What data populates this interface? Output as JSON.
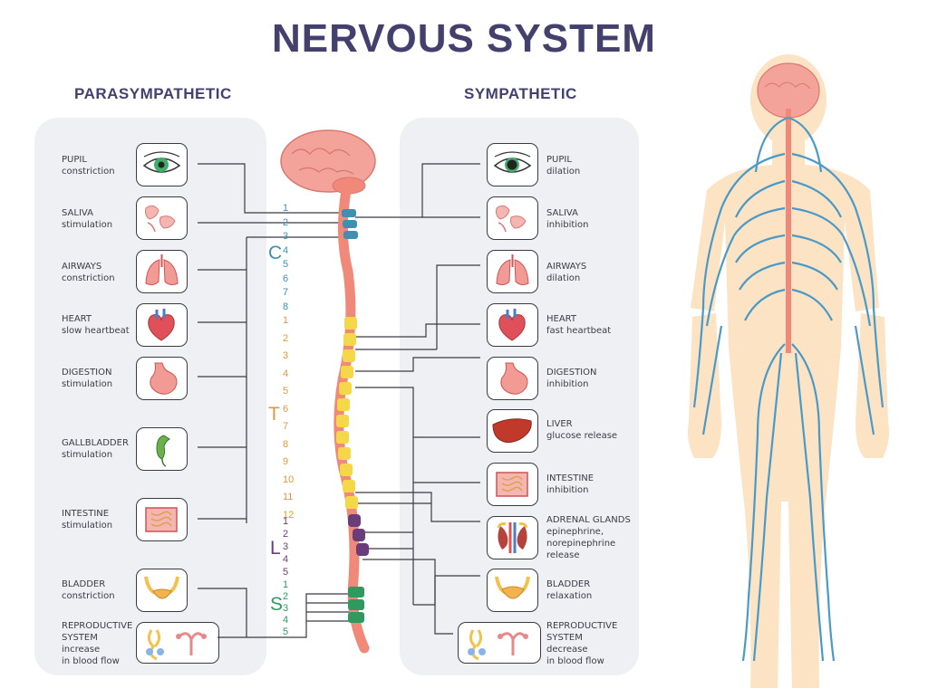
{
  "title": "NERVOUS SYSTEM",
  "parasympathetic": {
    "heading": "PARASYMPATHETIC",
    "items": [
      {
        "organ": "PUPIL",
        "effect": "constriction",
        "icon": "eye-icon"
      },
      {
        "organ": "SALIVA",
        "effect": "stimulation",
        "icon": "salivary-glands-icon"
      },
      {
        "organ": "AIRWAYS",
        "effect": "constriction",
        "icon": "lungs-icon"
      },
      {
        "organ": "HEART",
        "effect": "slow heartbeat",
        "icon": "heart-icon"
      },
      {
        "organ": "DIGESTION",
        "effect": "stimulation",
        "icon": "stomach-icon"
      },
      {
        "organ": "GALLBLADDER",
        "effect": "stimulation",
        "icon": "gallbladder-icon"
      },
      {
        "organ": "INTESTINE",
        "effect": "stimulation",
        "icon": "intestine-icon"
      },
      {
        "organ": "BLADDER",
        "effect": "constriction",
        "icon": "bladder-icon"
      },
      {
        "organ": "REPRODUCTIVE",
        "organ2": "SYSTEM",
        "effect": "increase",
        "effect2": "in blood flow",
        "icon": "reproductive-organs-icon"
      }
    ]
  },
  "sympathetic": {
    "heading": "SYMPATHETIC",
    "items": [
      {
        "organ": "PUPIL",
        "effect": "dilation",
        "icon": "eye-icon"
      },
      {
        "organ": "SALIVA",
        "effect": "inhibition",
        "icon": "salivary-glands-icon"
      },
      {
        "organ": "AIRWAYS",
        "effect": "dilation",
        "icon": "lungs-icon"
      },
      {
        "organ": "HEART",
        "effect": "fast heartbeat",
        "icon": "heart-icon"
      },
      {
        "organ": "DIGESTION",
        "effect": "inhibition",
        "icon": "stomach-icon"
      },
      {
        "organ": "LIVER",
        "effect": "glucose release",
        "icon": "liver-icon"
      },
      {
        "organ": "INTESTINE",
        "effect": "inhibition",
        "icon": "intestine-icon"
      },
      {
        "organ": "ADRENAL GLANDS",
        "effect": "epinephrine,",
        "effect2": "norepinephrine",
        "effect3": "release",
        "icon": "adrenal-glands-icon"
      },
      {
        "organ": "BLADDER",
        "effect": "relaxation",
        "icon": "bladder-icon"
      },
      {
        "organ": "REPRODUCTIVE",
        "organ2": "SYSTEM",
        "effect": "decrease",
        "effect2": "in blood flow",
        "icon": "reproductive-organs-icon"
      }
    ]
  },
  "spine": {
    "regions": [
      {
        "letter": "C",
        "numbers": [
          "1",
          "2",
          "3",
          "4",
          "5",
          "6",
          "7",
          "8"
        ],
        "color": "#3f8fb0"
      },
      {
        "letter": "T",
        "numbers": [
          "1",
          "2",
          "3",
          "4",
          "5",
          "6",
          "7",
          "8",
          "9",
          "10",
          "11",
          "12"
        ],
        "color": "#d99a3c"
      },
      {
        "letter": "L",
        "numbers": [
          "1",
          "2",
          "3",
          "4",
          "5"
        ],
        "color": "#6a3d7a"
      },
      {
        "letter": "S",
        "numbers": [
          "1",
          "2",
          "3",
          "4",
          "5"
        ],
        "color": "#2e9a5e"
      }
    ]
  },
  "colors": {
    "title": "#44406e",
    "panel": "#eef0f4",
    "nerve": "#4a9ac8",
    "skin": "#fbe3c4",
    "brain": "#f4a39b",
    "spinal_cord": "#f0897a"
  }
}
